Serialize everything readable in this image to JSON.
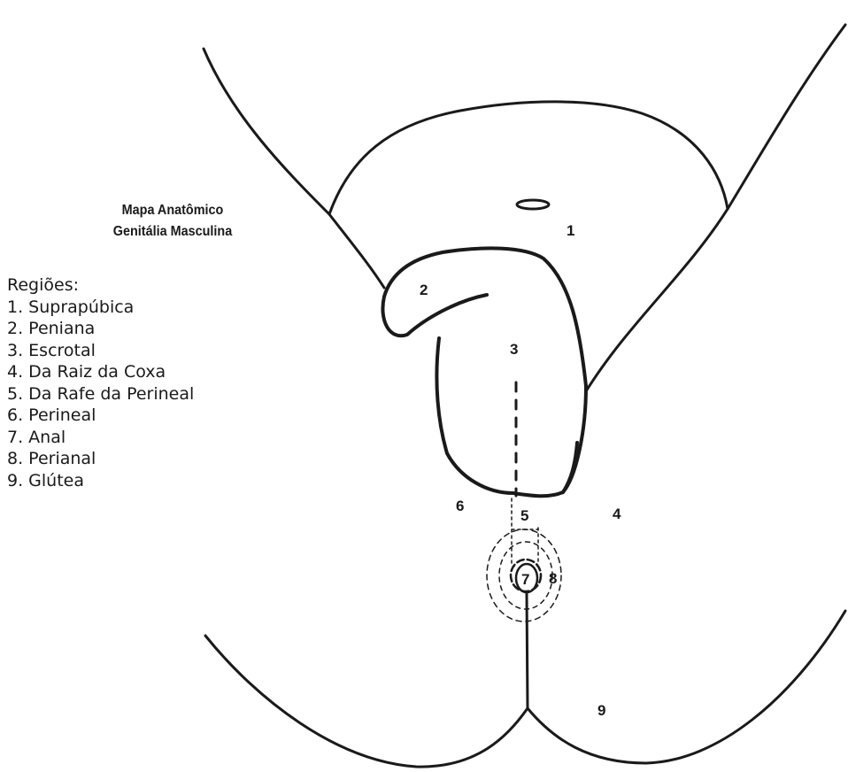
{
  "title": {
    "line1": "Mapa Anatômico",
    "line2": "Genitália Masculina"
  },
  "legend": {
    "heading": "Regiões:",
    "items": [
      "1. Suprapúbica",
      "2. Peniana",
      "3. Escrotal",
      "4. Da Raiz da Coxa",
      "5. Da Rafe da Perineal",
      "6. Perineal",
      "7. Anal",
      "8. Perianal",
      "9. Glútea"
    ]
  },
  "region_labels": [
    "1",
    "2",
    "3",
    "4",
    "5",
    "6",
    "7",
    "8",
    "9"
  ]
}
